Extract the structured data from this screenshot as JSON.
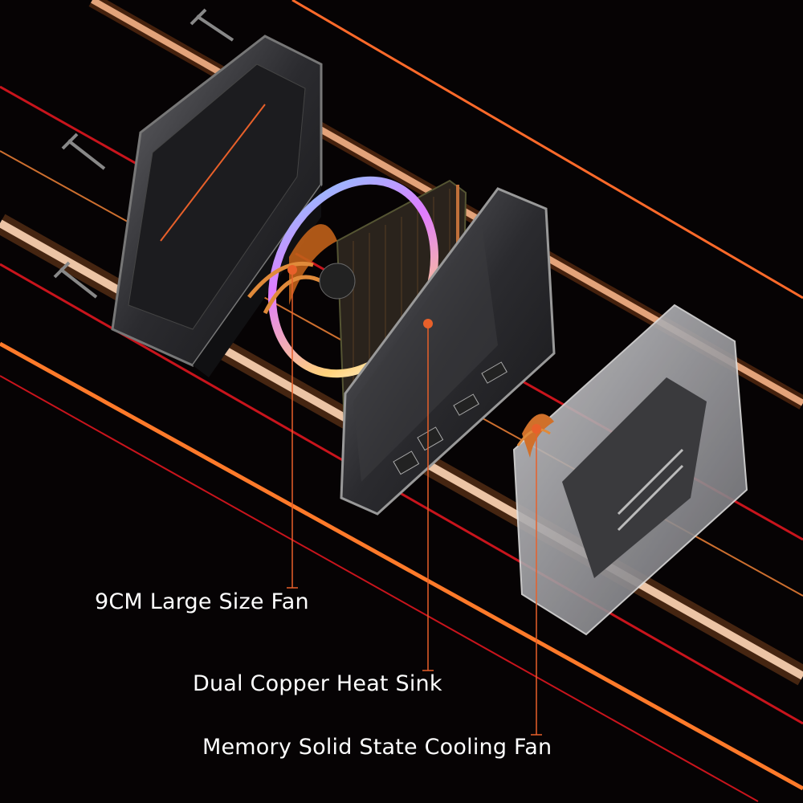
{
  "callouts": [
    {
      "id": "fan",
      "label": "9CM Large Size Fan"
    },
    {
      "id": "heatsink",
      "label": "Dual Copper Heat Sink"
    },
    {
      "id": "memory-fan",
      "label": "Memory Solid State Cooling Fan"
    }
  ],
  "colors": {
    "accent": "#e8602a",
    "streak_red": "#c8141c",
    "streak_orange": "#ff7a2a",
    "background": "#060304"
  }
}
